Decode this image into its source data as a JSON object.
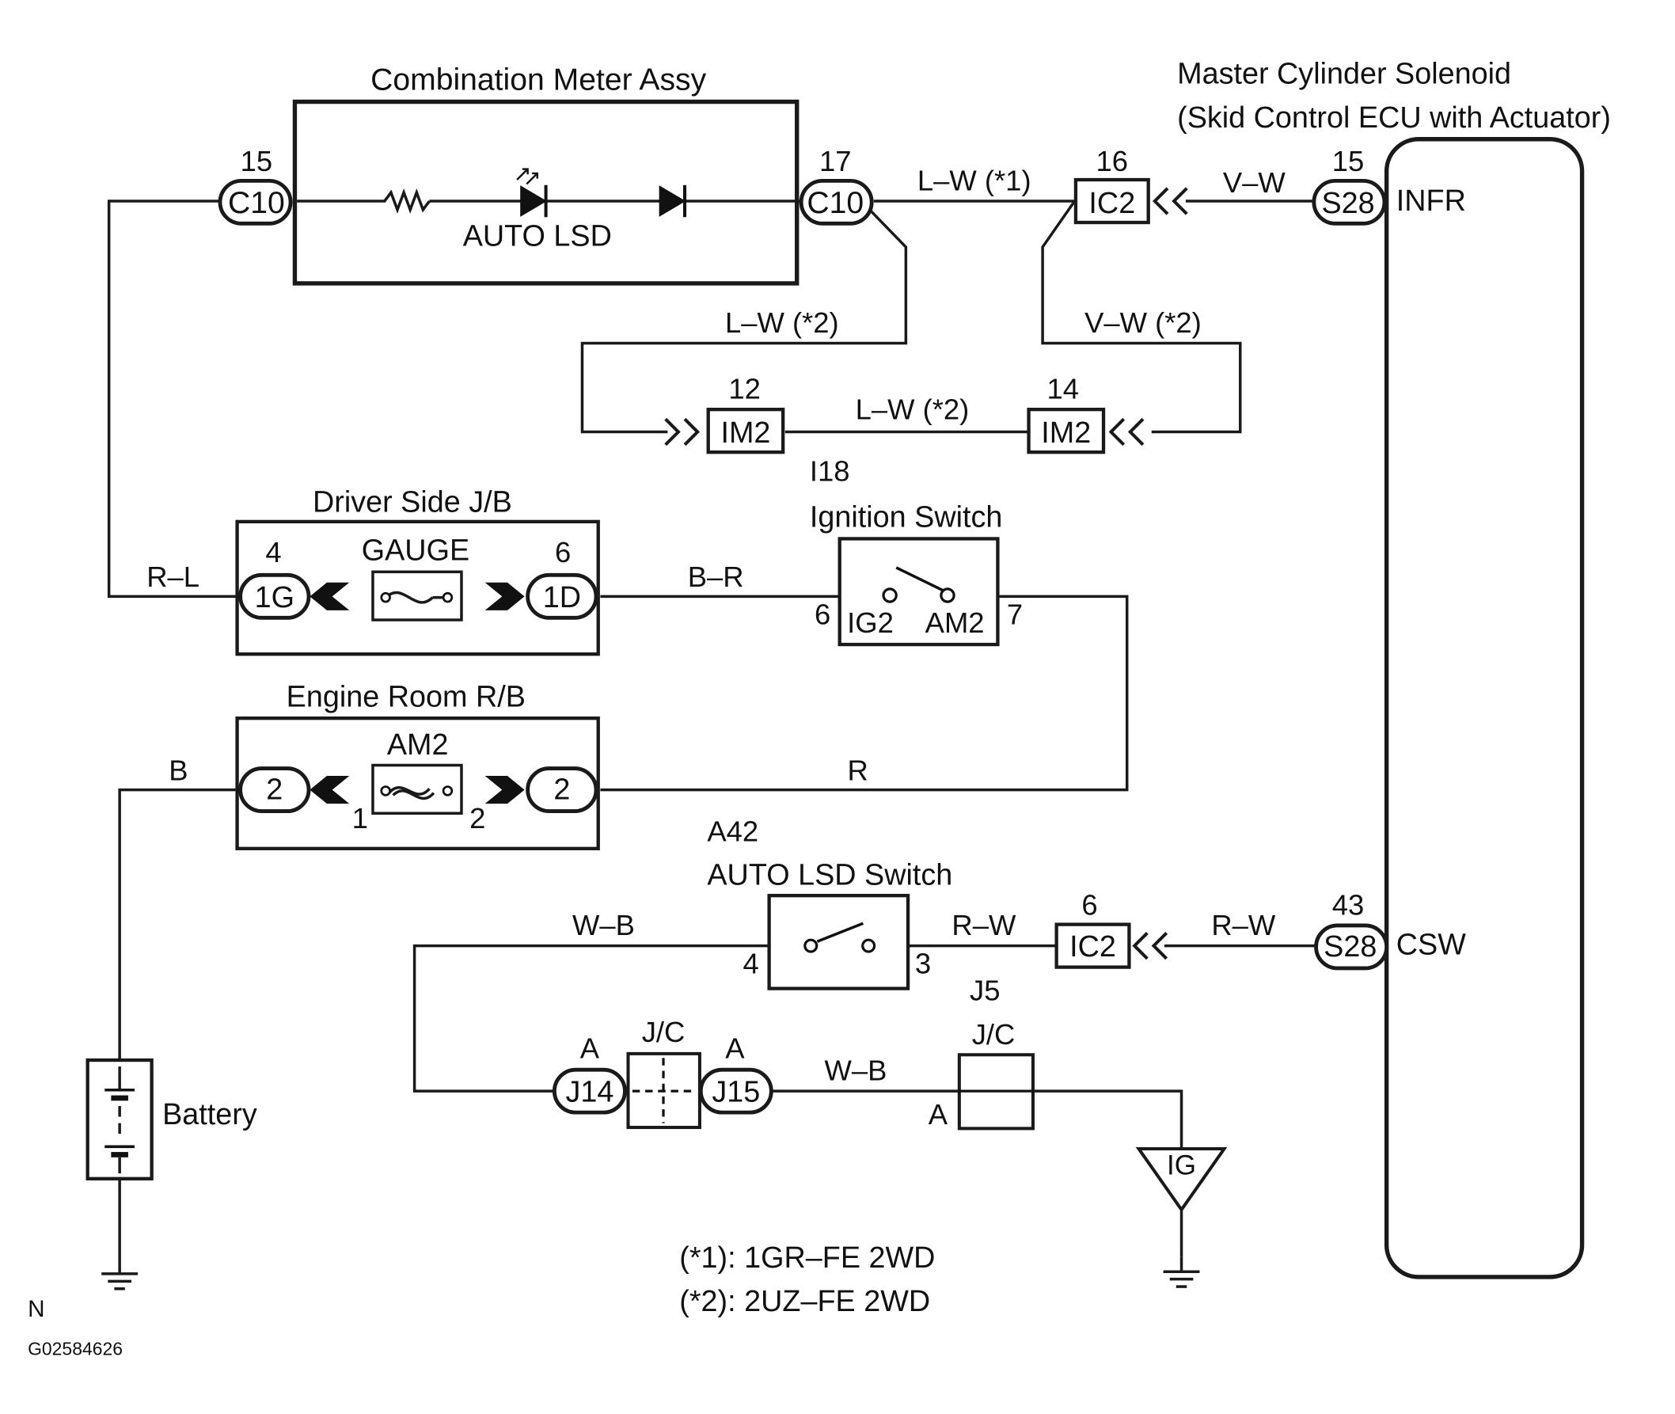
{
  "components": {
    "combination_meter": {
      "title": "Combination Meter Assy",
      "lamp_label": "AUTO LSD"
    },
    "master_cylinder": {
      "title_line1": "Master Cylinder Solenoid",
      "title_line2": "(Skid Control ECU with Actuator)",
      "term_infr": "INFR",
      "term_csw": "CSW"
    },
    "driver_jb": {
      "title": "Driver Side J/B",
      "fuse": "GAUGE"
    },
    "engine_rb": {
      "title": "Engine Room R/B",
      "fuse": "AM2"
    },
    "ignition_switch": {
      "code": "I18",
      "title": "Ignition Switch",
      "term_ig2": "IG2",
      "term_am2": "AM2"
    },
    "auto_lsd_switch": {
      "code": "A42",
      "title": "AUTO LSD Switch"
    },
    "battery": {
      "label": "Battery"
    },
    "junction_j5": {
      "code": "J5",
      "label": "J/C",
      "pin": "A"
    },
    "junction_jc": {
      "label": "J/C"
    },
    "ground_ig": {
      "label": "IG"
    }
  },
  "connectors": {
    "c10_left": {
      "name": "C10",
      "pin": "15"
    },
    "c10_right": {
      "name": "C10",
      "pin": "17"
    },
    "ic2_top": {
      "name": "IC2",
      "pin": "16"
    },
    "s28_top": {
      "name": "S28",
      "pin": "15"
    },
    "im2_left": {
      "name": "IM2",
      "pin": "12"
    },
    "im2_right": {
      "name": "IM2",
      "pin": "14"
    },
    "jb_1g": {
      "name": "1G",
      "pin": "4"
    },
    "jb_1d": {
      "name": "1D",
      "pin": "6"
    },
    "rb_left": {
      "name": "2",
      "pin": "1"
    },
    "rb_right": {
      "name": "2",
      "pin": "2"
    },
    "ic2_bottom": {
      "name": "IC2",
      "pin": "6"
    },
    "s28_bottom": {
      "name": "S28",
      "pin": "43"
    },
    "j14": {
      "name": "J14",
      "pin": "A"
    },
    "j15": {
      "name": "J15",
      "pin": "A"
    }
  },
  "pins": {
    "ign_left": "6",
    "ign_right": "7",
    "sw_left": "4",
    "sw_right": "3"
  },
  "wires": {
    "lw1": "L–W (*1)",
    "vw_top": "V–W",
    "lw2_upper": "L–W (*2)",
    "vw2": "V–W (*2)",
    "lw2_mid": "L–W (*2)",
    "rl": "R–L",
    "br": "B–R",
    "b": "B",
    "r": "R",
    "wb_top": "W–B",
    "rw_left": "R–W",
    "rw_right": "R–W",
    "wb_bottom": "W–B"
  },
  "notes": {
    "note1": "(*1): 1GR–FE 2WD",
    "note2": "(*2): 2UZ–FE 2WD"
  },
  "footer": {
    "corner": "N",
    "code": "G02584626"
  }
}
